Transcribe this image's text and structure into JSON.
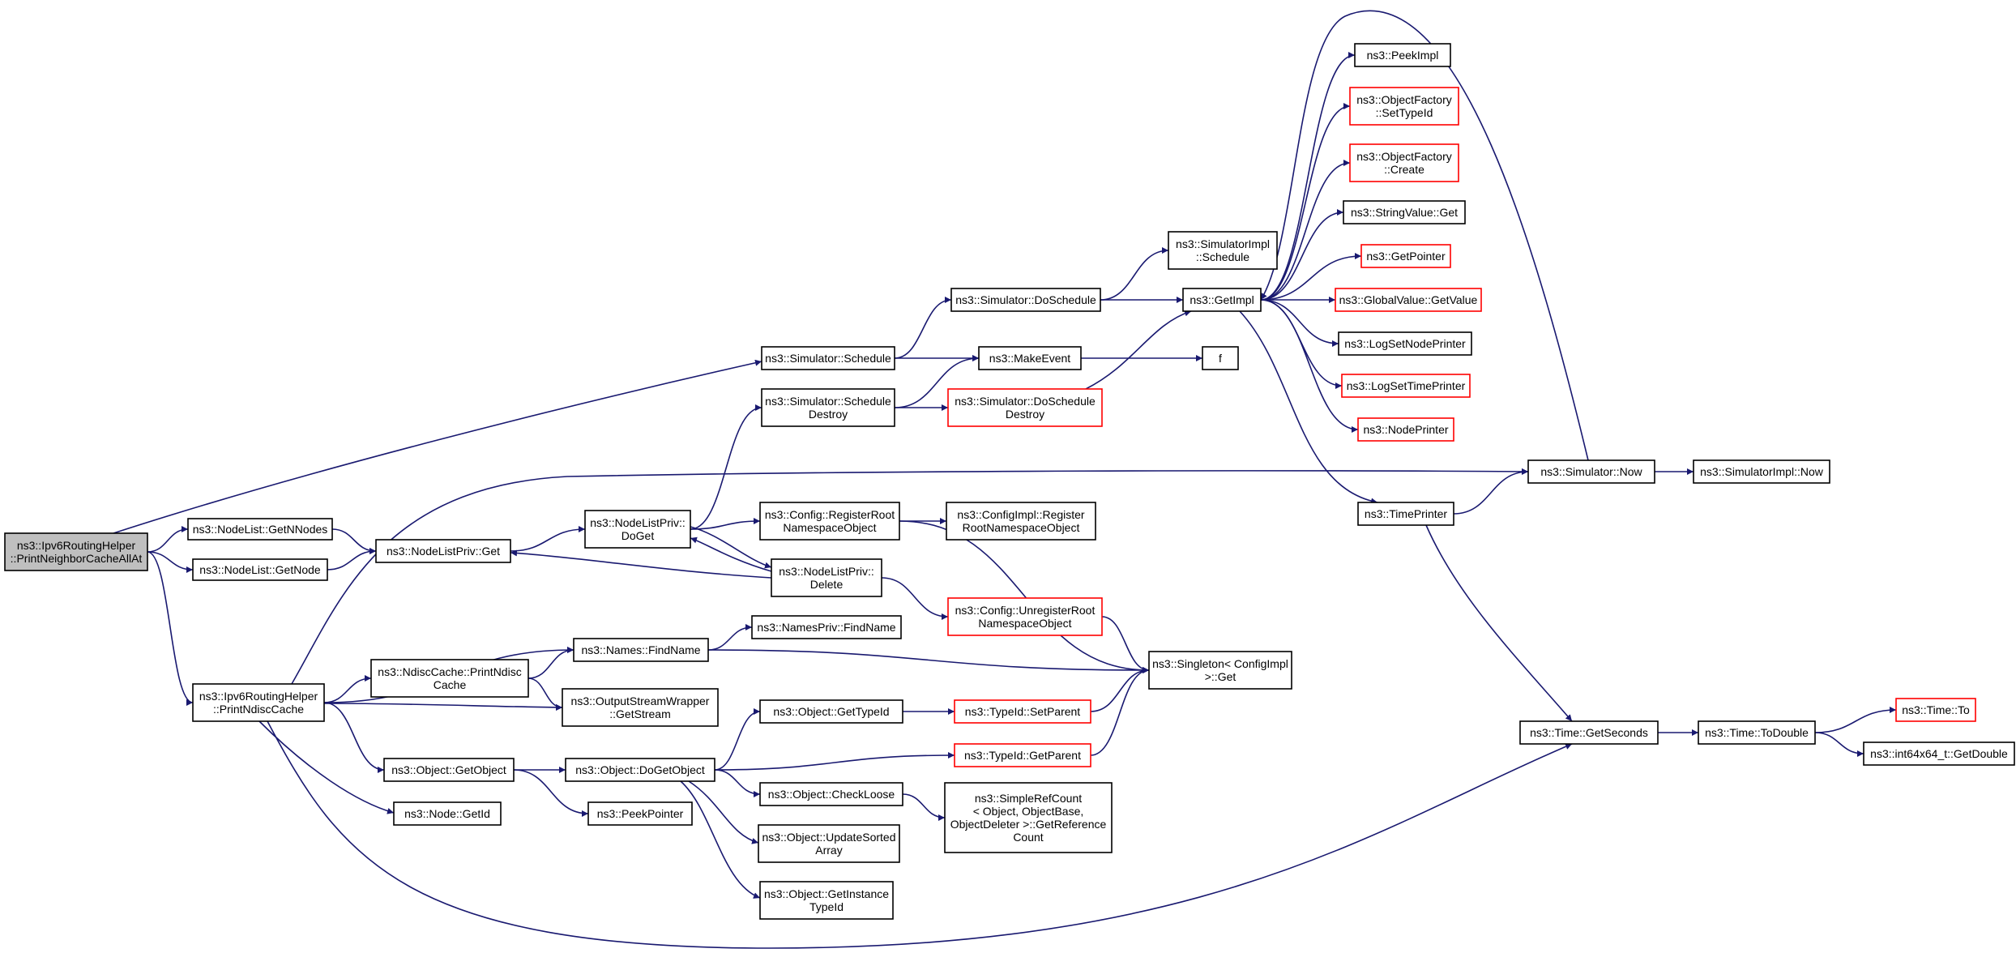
{
  "colors": {
    "edge": "#191970",
    "node_border": "#000000",
    "node_border_truncated": "#ff0000",
    "root_fill": "#bfbfbf",
    "node_fill": "#ffffff"
  },
  "nodes": [
    {
      "id": "root",
      "label": [
        "ns3::Ipv6RoutingHelper",
        "::PrintNeighborCacheAllAt"
      ],
      "style": "root"
    },
    {
      "id": "getnnodes",
      "label": [
        "ns3::NodeList::GetNNodes"
      ],
      "style": "normal"
    },
    {
      "id": "getnode",
      "label": [
        "ns3::NodeList::GetNode"
      ],
      "style": "normal"
    },
    {
      "id": "nlpget",
      "label": [
        "ns3::NodeListPriv::Get"
      ],
      "style": "normal"
    },
    {
      "id": "nlpdoget",
      "label": [
        "ns3::NodeListPriv::",
        "DoGet"
      ],
      "style": "normal"
    },
    {
      "id": "nlpdelete",
      "label": [
        "ns3::NodeListPriv::",
        "Delete"
      ],
      "style": "normal"
    },
    {
      "id": "printndisc",
      "label": [
        "ns3::Ipv6RoutingHelper",
        "::PrintNdiscCache"
      ],
      "style": "normal"
    },
    {
      "id": "ndiscprint",
      "label": [
        "ns3::NdiscCache::PrintNdisc",
        "Cache"
      ],
      "style": "normal"
    },
    {
      "id": "findname",
      "label": [
        "ns3::Names::FindName"
      ],
      "style": "normal"
    },
    {
      "id": "namesprivfind",
      "label": [
        "ns3::NamesPriv::FindName"
      ],
      "style": "normal"
    },
    {
      "id": "getstream",
      "label": [
        "ns3::OutputStreamWrapper",
        "::GetStream"
      ],
      "style": "normal"
    },
    {
      "id": "getobject",
      "label": [
        "ns3::Object::GetObject"
      ],
      "style": "normal"
    },
    {
      "id": "nodegetid",
      "label": [
        "ns3::Node::GetId"
      ],
      "style": "normal"
    },
    {
      "id": "peekpointer",
      "label": [
        "ns3::PeekPointer"
      ],
      "style": "normal"
    },
    {
      "id": "dogetobject",
      "label": [
        "ns3::Object::DoGetObject"
      ],
      "style": "normal"
    },
    {
      "id": "objgettypeid",
      "label": [
        "ns3::Object::GetTypeId"
      ],
      "style": "normal"
    },
    {
      "id": "checkloose",
      "label": [
        "ns3::Object::CheckLoose"
      ],
      "style": "normal"
    },
    {
      "id": "updatesorted",
      "label": [
        "ns3::Object::UpdateSorted",
        "Array"
      ],
      "style": "normal"
    },
    {
      "id": "getinstancetypeid",
      "label": [
        "ns3::Object::GetInstance",
        "TypeId"
      ],
      "style": "normal"
    },
    {
      "id": "simschedule",
      "label": [
        "ns3::Simulator::Schedule"
      ],
      "style": "normal"
    },
    {
      "id": "simscheduledestroy",
      "label": [
        "ns3::Simulator::Schedule",
        "Destroy"
      ],
      "style": "normal"
    },
    {
      "id": "simdoschedule",
      "label": [
        "ns3::Simulator::DoSchedule"
      ],
      "style": "normal"
    },
    {
      "id": "makeevent",
      "label": [
        "ns3::MakeEvent"
      ],
      "style": "normal"
    },
    {
      "id": "simdoscheduledestroy",
      "label": [
        "ns3::Simulator::DoSchedule",
        "Destroy"
      ],
      "style": "truncated"
    },
    {
      "id": "cfgregister",
      "label": [
        "ns3::Config::RegisterRoot",
        "NamespaceObject"
      ],
      "style": "normal"
    },
    {
      "id": "cfgimplregister",
      "label": [
        "ns3::ConfigImpl::Register",
        "RootNamespaceObject"
      ],
      "style": "normal"
    },
    {
      "id": "cfgunregister",
      "label": [
        "ns3::Config::UnregisterRoot",
        "NamespaceObject"
      ],
      "style": "truncated"
    },
    {
      "id": "singleton",
      "label": [
        "ns3::Singleton< ConfigImpl",
        ">::Get"
      ],
      "style": "normal"
    },
    {
      "id": "typeidsetparent",
      "label": [
        "ns3::TypeId::SetParent"
      ],
      "style": "truncated"
    },
    {
      "id": "typeidgetparent",
      "label": [
        "ns3::TypeId::GetParent"
      ],
      "style": "truncated"
    },
    {
      "id": "simplerefcount",
      "label": [
        "ns3::SimpleRefCount",
        "< Object, ObjectBase,",
        "ObjectDeleter >::GetReference",
        "Count"
      ],
      "style": "normal"
    },
    {
      "id": "simimplschedule",
      "label": [
        "ns3::SimulatorImpl",
        "::Schedule"
      ],
      "style": "normal"
    },
    {
      "id": "getimpl",
      "label": [
        "ns3::GetImpl"
      ],
      "style": "normal"
    },
    {
      "id": "f",
      "label": [
        "f"
      ],
      "style": "normal"
    },
    {
      "id": "peekimpl",
      "label": [
        "ns3::PeekImpl"
      ],
      "style": "normal"
    },
    {
      "id": "ofsettypeid",
      "label": [
        "ns3::ObjectFactory",
        "::SetTypeId"
      ],
      "style": "truncated"
    },
    {
      "id": "ofcreate",
      "label": [
        "ns3::ObjectFactory",
        "::Create"
      ],
      "style": "truncated"
    },
    {
      "id": "stringvalueget",
      "label": [
        "ns3::StringValue::Get"
      ],
      "style": "normal"
    },
    {
      "id": "getpointer",
      "label": [
        "ns3::GetPointer"
      ],
      "style": "truncated"
    },
    {
      "id": "globalvalue",
      "label": [
        "ns3::GlobalValue::GetValue"
      ],
      "style": "truncated"
    },
    {
      "id": "logsetnodeprinter",
      "label": [
        "ns3::LogSetNodePrinter"
      ],
      "style": "normal"
    },
    {
      "id": "logsettimeprinter",
      "label": [
        "ns3::LogSetTimePrinter"
      ],
      "style": "truncated"
    },
    {
      "id": "nodeprinter",
      "label": [
        "ns3::NodePrinter"
      ],
      "style": "truncated"
    },
    {
      "id": "timeprinter",
      "label": [
        "ns3::TimePrinter"
      ],
      "style": "normal"
    },
    {
      "id": "simnow",
      "label": [
        "ns3::Simulator::Now"
      ],
      "style": "normal"
    },
    {
      "id": "simimplnow",
      "label": [
        "ns3::SimulatorImpl::Now"
      ],
      "style": "normal"
    },
    {
      "id": "timegetseconds",
      "label": [
        "ns3::Time::GetSeconds"
      ],
      "style": "normal"
    },
    {
      "id": "timetodouble",
      "label": [
        "ns3::Time::ToDouble"
      ],
      "style": "normal"
    },
    {
      "id": "timeto",
      "label": [
        "ns3::Time::To"
      ],
      "style": "truncated"
    },
    {
      "id": "int64getdouble",
      "label": [
        "ns3::int64x64_t::GetDouble"
      ],
      "style": "normal"
    }
  ],
  "edges": [
    [
      "root",
      "getnnodes"
    ],
    [
      "root",
      "getnode"
    ],
    [
      "root",
      "printndisc"
    ],
    [
      "root",
      "simschedule"
    ],
    [
      "getnnodes",
      "nlpget"
    ],
    [
      "getnode",
      "nlpget"
    ],
    [
      "nlpget",
      "nlpdoget"
    ],
    [
      "nlpdoget",
      "simscheduledestroy"
    ],
    [
      "nlpdoget",
      "cfgregister"
    ],
    [
      "nlpdoget",
      "nlpdelete"
    ],
    [
      "nlpdelete",
      "nlpdoget"
    ],
    [
      "nlpdelete",
      "nlpget"
    ],
    [
      "nlpdelete",
      "cfgunregister"
    ],
    [
      "printndisc",
      "ndiscprint"
    ],
    [
      "printndisc",
      "findname"
    ],
    [
      "printndisc",
      "getstream"
    ],
    [
      "printndisc",
      "getobject"
    ],
    [
      "printndisc",
      "nodegetid"
    ],
    [
      "printndisc",
      "simnow"
    ],
    [
      "printndisc",
      "timegetseconds"
    ],
    [
      "ndiscprint",
      "findname"
    ],
    [
      "ndiscprint",
      "getstream"
    ],
    [
      "findname",
      "namesprivfind"
    ],
    [
      "findname",
      "singleton"
    ],
    [
      "getobject",
      "dogetobject"
    ],
    [
      "getobject",
      "peekpointer"
    ],
    [
      "dogetobject",
      "objgettypeid"
    ],
    [
      "dogetobject",
      "typeidgetparent"
    ],
    [
      "dogetobject",
      "checkloose"
    ],
    [
      "dogetobject",
      "updatesorted"
    ],
    [
      "dogetobject",
      "getinstancetypeid"
    ],
    [
      "objgettypeid",
      "typeidsetparent"
    ],
    [
      "typeidsetparent",
      "singleton"
    ],
    [
      "typeidgetparent",
      "singleton"
    ],
    [
      "checkloose",
      "simplerefcount"
    ],
    [
      "cfgregister",
      "cfgimplregister"
    ],
    [
      "cfgregister",
      "singleton"
    ],
    [
      "cfgunregister",
      "singleton"
    ],
    [
      "simschedule",
      "simdoschedule"
    ],
    [
      "simschedule",
      "makeevent"
    ],
    [
      "simscheduledestroy",
      "makeevent"
    ],
    [
      "simscheduledestroy",
      "simdoscheduledestroy"
    ],
    [
      "simdoschedule",
      "simimplschedule"
    ],
    [
      "simdoschedule",
      "getimpl"
    ],
    [
      "makeevent",
      "f"
    ],
    [
      "simdoscheduledestroy",
      "getimpl"
    ],
    [
      "getimpl",
      "peekimpl"
    ],
    [
      "getimpl",
      "ofsettypeid"
    ],
    [
      "getimpl",
      "ofcreate"
    ],
    [
      "getimpl",
      "stringvalueget"
    ],
    [
      "getimpl",
      "getpointer"
    ],
    [
      "getimpl",
      "globalvalue"
    ],
    [
      "getimpl",
      "logsetnodeprinter"
    ],
    [
      "getimpl",
      "logsettimeprinter"
    ],
    [
      "getimpl",
      "nodeprinter"
    ],
    [
      "getimpl",
      "timeprinter"
    ],
    [
      "simnow",
      "getimpl"
    ],
    [
      "timeprinter",
      "simnow"
    ],
    [
      "timeprinter",
      "timegetseconds"
    ],
    [
      "simnow",
      "simimplnow"
    ],
    [
      "timegetseconds",
      "timetodouble"
    ],
    [
      "timetodouble",
      "timeto"
    ],
    [
      "timetodouble",
      "int64getdouble"
    ]
  ]
}
